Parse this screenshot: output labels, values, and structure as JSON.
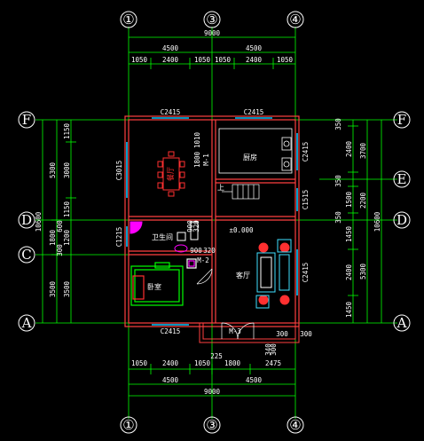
{
  "axes": {
    "top": [
      "①",
      "③",
      "④"
    ],
    "bottom": [
      "①",
      "③",
      "④"
    ],
    "left": [
      "F",
      "D",
      "C",
      "A"
    ],
    "right": [
      "F",
      "E",
      "D",
      "A"
    ]
  },
  "dims_top": {
    "total": "9000",
    "halves": [
      "4500",
      "4500"
    ],
    "segments": [
      "1050",
      "2400",
      "1050",
      "1050",
      "2400",
      "1050"
    ]
  },
  "dims_bottom": {
    "segments": [
      "1050",
      "2400",
      "1050",
      "1800",
      "2475"
    ],
    "halves": [
      "4500",
      "4500"
    ],
    "total": "9000",
    "small": [
      "225",
      "300",
      "300",
      "340",
      "300"
    ]
  },
  "dims_left": {
    "outer_total": "10600",
    "mid": [
      "5300",
      "1800",
      "3500"
    ],
    "inner": [
      "1150",
      "3000",
      "1150",
      "1200",
      "3500"
    ],
    "small": [
      "600",
      "300"
    ]
  },
  "dims_right": {
    "outer_total": "10600",
    "mid": [
      "3700",
      "2200",
      "5300"
    ],
    "inner": [
      "350",
      "2400",
      "350",
      "1500",
      "350",
      "1450",
      "2400",
      "1450"
    ]
  },
  "windows": {
    "top_left": "C2415",
    "top_right": "C2415",
    "left_dining": "C3015",
    "right_kitchen": "C2415",
    "right_stair": "C1515",
    "right_living": "C2415",
    "bottom_left": "C2415",
    "left_wc": "C1215"
  },
  "doors": {
    "dining": "M-1",
    "bedroom": "M-2",
    "entry": "M-3"
  },
  "rooms": {
    "dining": "餐厅",
    "kitchen": "厨房",
    "wc": "卫生间",
    "bedroom": "卧室",
    "living": "客厅",
    "stair_up": "上"
  },
  "misc": {
    "elevation": "±0.000",
    "kitchen_small": "1010",
    "kitchen_small2": "1800",
    "wc_dims": [
      "900",
      "320",
      "900",
      "320"
    ],
    "stair_label": "上"
  },
  "colors": {
    "background": "#000000",
    "dimension_line": "#00ff00",
    "wall": "#ff4040",
    "window": "#00c8ff",
    "text": "#ffffff",
    "furniture": "#ff3030",
    "accent_magenta": "#ff00ff",
    "bed_green": "#00ff00",
    "sofa_cyan": "#40e0ff"
  }
}
